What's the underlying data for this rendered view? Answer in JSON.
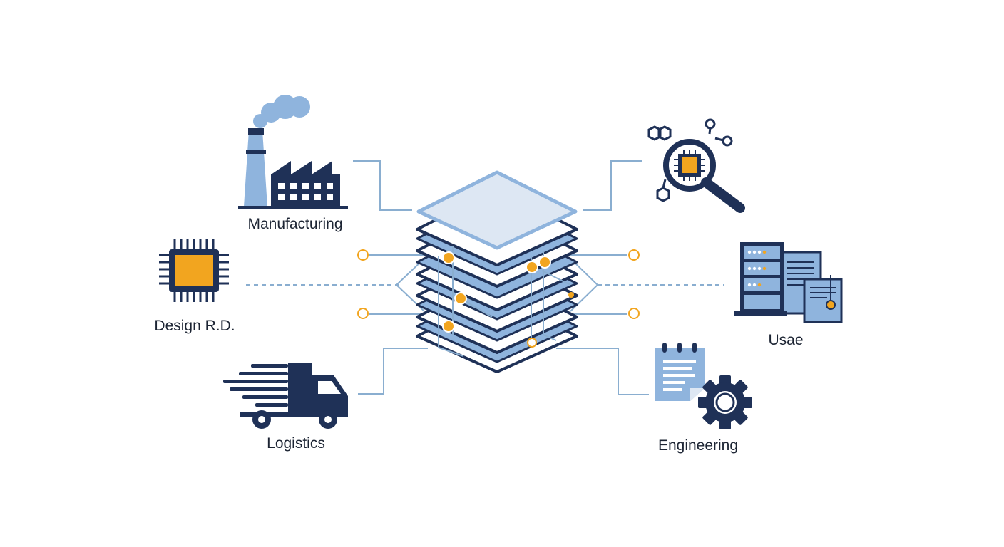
{
  "labels": {
    "manufacturing": "Manufacturing",
    "design": "Design R.D.",
    "logistics": "Logistics",
    "usage": "Usae",
    "engineering": "Engineering"
  },
  "colors": {
    "navy": "#1f3157",
    "light_blue": "#8fb4dd",
    "pale_blue": "#dde7f3",
    "accent_orange": "#f2a51f",
    "connector": "#8aaed0"
  }
}
